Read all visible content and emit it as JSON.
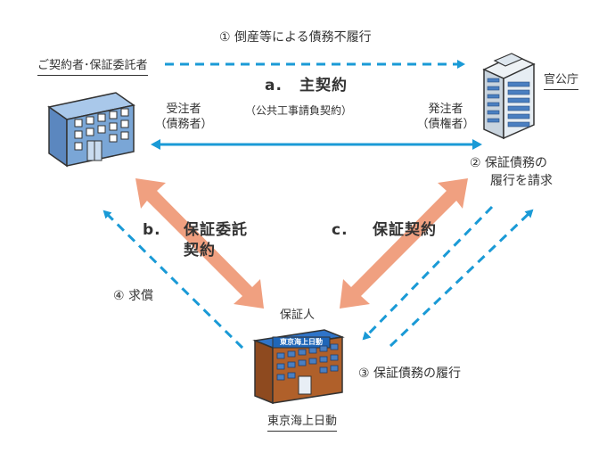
{
  "labels": {
    "step1": "① 倒産等による債務不履行",
    "contractor": "ご契約者･保証委託者",
    "agency": "官公庁",
    "main_contract_letter": "a.",
    "main_contract": "主契約",
    "public_works": "（公共工事請負契約）",
    "orderee": "受注者",
    "debtor": "（債務者）",
    "orderer": "発注者",
    "creditor": "（債権者）",
    "step2_line1": "② 保証債務の",
    "step2_line2": "履行を請求",
    "b_letter": "b.",
    "b_line1": "保証委託",
    "b_line2": "契約",
    "c_letter": "c.",
    "c_label": "保証契約",
    "step4": "④ 求償",
    "guarantor": "保証人",
    "step3": "③ 保証債務の履行",
    "company": "東京海上日動",
    "building_sign": "東京海上日動"
  },
  "colors": {
    "dashed_arrow": "#1a9ad6",
    "solid_arrow": "#1a9ad6",
    "contract_arrow": "#f0a080",
    "contractor_building": "#7aa6d6",
    "agency_building": "#dde6ee",
    "company_building": "#b0602a",
    "company_roof": "#1f66b8"
  }
}
